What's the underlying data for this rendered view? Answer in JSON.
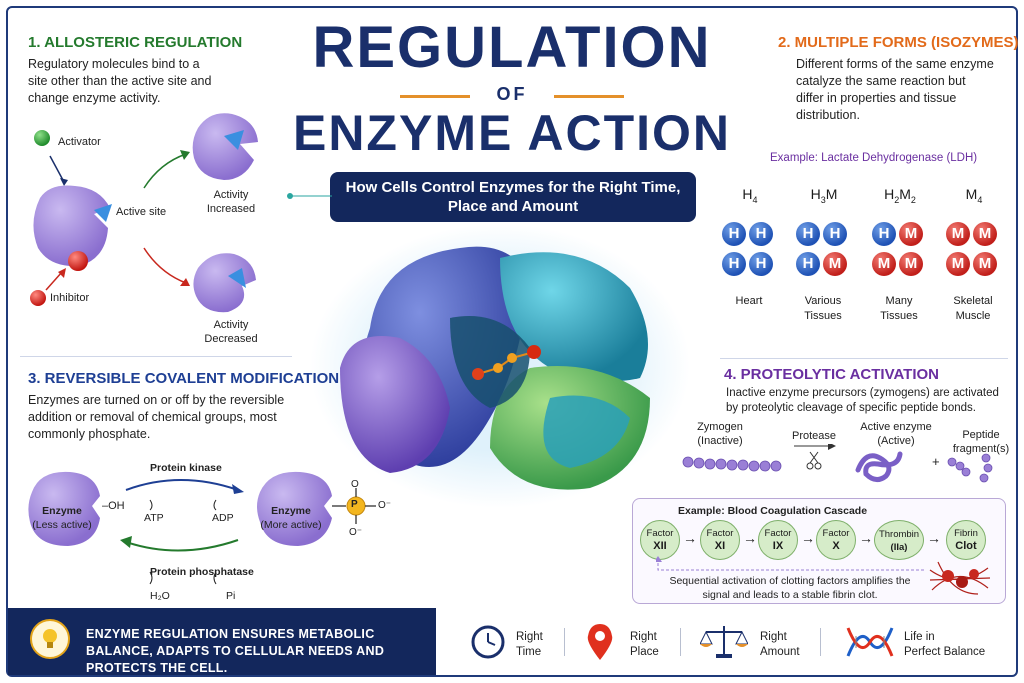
{
  "title": {
    "line1": "REGULATION",
    "of": "OF",
    "line2": "ENZYME ACTION",
    "subtitle": "How Cells Control Enzymes for the Right Time, Place and Amount"
  },
  "section1": {
    "title": "1. ALLOSTERIC REGULATION",
    "text": "Regulatory molecules bind to a site other than the active site and change enzyme activity.",
    "activator": "Activator",
    "active_site": "Active site",
    "inhibitor": "Inhibitor",
    "increased_line1": "Activity",
    "increased_line2": "Increased",
    "decreased_line1": "Activity",
    "decreased_line2": "Decreased"
  },
  "section2": {
    "title": "2. MULTIPLE FORMS (ISOZYMES)",
    "text": "Different forms of the same enzyme catalyze the same reaction but differ in properties and tissue distribution.",
    "example": "Example: Lactate Dehydrogenase (LDH)",
    "forms": [
      {
        "base": "H",
        "sub": "4",
        "base2": "",
        "sub2": "",
        "units": [
          "H",
          "H",
          "H",
          "H"
        ],
        "tissue1": "Heart",
        "tissue2": ""
      },
      {
        "base": "H",
        "sub": "3",
        "base2": "M",
        "sub2": "",
        "units": [
          "H",
          "H",
          "H",
          "M"
        ],
        "tissue1": "Various",
        "tissue2": "Tissues"
      },
      {
        "base": "H",
        "sub": "2",
        "base2": "M",
        "sub2": "2",
        "units": [
          "H",
          "M",
          "M",
          "M"
        ],
        "tissue1": "Many",
        "tissue2": "Tissues"
      },
      {
        "base": "M",
        "sub": "4",
        "base2": "",
        "sub2": "",
        "units": [
          "M",
          "M",
          "M",
          "M"
        ],
        "tissue1": "Skeletal",
        "tissue2": "Muscle"
      }
    ]
  },
  "section3": {
    "title": "3. REVERSIBLE COVALENT MODIFICATION",
    "text": "Enzymes are turned on or off by the reversible addition or removal of chemical groups, most commonly phosphate.",
    "enzyme_less": "Enzyme",
    "enzyme_less_sub": "(Less active)",
    "oh": "–OH",
    "enzyme_more": "Enzyme",
    "enzyme_more_sub": "(More active)",
    "kinase": "Protein kinase",
    "atp": "ATP",
    "adp": "ADP",
    "phosphatase": "Protein phosphatase",
    "h2o": "H₂O",
    "pi": "Pi",
    "p": "P",
    "o_minus": "O⁻",
    "o": "O"
  },
  "section4": {
    "title": "4. PROTEOLYTIC ACTIVATION",
    "text": "Inactive enzyme precursors (zymogens) are activated by proteolytic cleavage of specific peptide bonds.",
    "zymogen": "Zymogen",
    "zymogen_sub": "(Inactive)",
    "protease": "Protease",
    "active_enzyme": "Active enzyme",
    "active_sub": "(Active)",
    "plus": "+",
    "peptide": "Peptide",
    "fragments": "fragment(s)",
    "example": "Example: Blood Coagulation Cascade",
    "factors": [
      {
        "top": "Factor",
        "bottom": "XII"
      },
      {
        "top": "Factor",
        "bottom": "XI"
      },
      {
        "top": "Factor",
        "bottom": "IX"
      },
      {
        "top": "Factor",
        "bottom": "X"
      },
      {
        "top": "Thrombin",
        "bottom": "(IIa)"
      },
      {
        "top": "Fibrin",
        "bottom": "Clot"
      }
    ],
    "note": "Sequential activation of clotting factors amplifies the signal and leads to a stable fibrin clot."
  },
  "footer": {
    "message": "ENZYME REGULATION ENSURES METABOLIC BALANCE, ADAPTS TO CELLULAR NEEDS AND PROTECTS THE CELL.",
    "items": [
      {
        "line1": "Right",
        "line2": "Time",
        "icon": "clock-icon"
      },
      {
        "line1": "Right",
        "line2": "Place",
        "icon": "location-pin-icon"
      },
      {
        "line1": "Right",
        "line2": "Amount",
        "icon": "balance-scale-icon"
      },
      {
        "line1": "Life in",
        "line2": "Perfect Balance",
        "icon": "dna-icon"
      }
    ]
  },
  "colors": {
    "navy": "#13275c",
    "green": "#247a2d",
    "orange": "#e26a1a",
    "blue": "#1e3f94",
    "red": "#c8281e",
    "enzyme_purple": "#9d87d6"
  }
}
